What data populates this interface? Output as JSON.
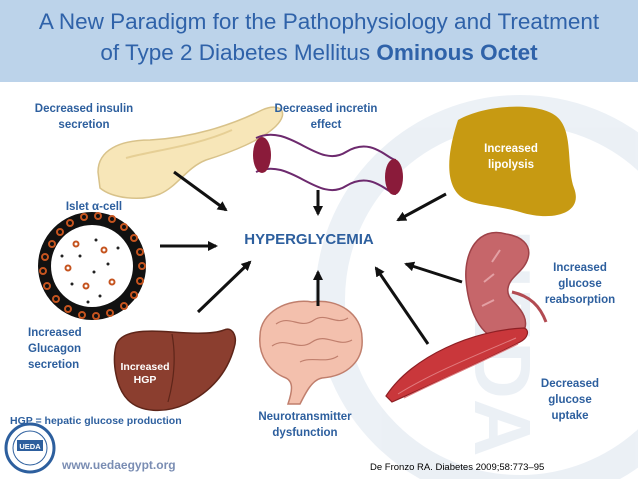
{
  "title": {
    "line1": "A New Paradigm for the Pathophysiology and Treatment",
    "line2_prefix": "of Type 2 Diabetes Mellitus",
    "line2_emphasis": "Ominous Octet"
  },
  "center": "HYPERGLYCEMIA",
  "labels": {
    "insulin": [
      "Decreased insulin",
      "secretion"
    ],
    "incretin": [
      "Decreased incretin",
      "effect"
    ],
    "lipolysis": [
      "Increased",
      "lipolysis"
    ],
    "islet": "Islet α-cell",
    "glucagon": [
      "Increased",
      "Glucagon",
      "secretion"
    ],
    "hgp": [
      "Increased",
      "HGP"
    ],
    "reabsorption": [
      "Increased",
      "glucose",
      "reabsorption"
    ],
    "uptake": [
      "Decreased",
      "glucose",
      "uptake"
    ],
    "neuro": [
      "Neurotransmitter",
      "dysfunction"
    ]
  },
  "footnote": "HGP = hepatic glucose production",
  "citation": "De Fronzo RA. Diabetes 2009;58:773–95",
  "website": "www.uedaegypt.org",
  "watermark": "UEDA",
  "logo_text": "UEDA",
  "colors": {
    "title": "#2f62a9",
    "banner": "#bcd3ea",
    "label": "#2d5f9e",
    "lipolysis_blob": "#c79a12",
    "incretin": "#7b1030"
  }
}
